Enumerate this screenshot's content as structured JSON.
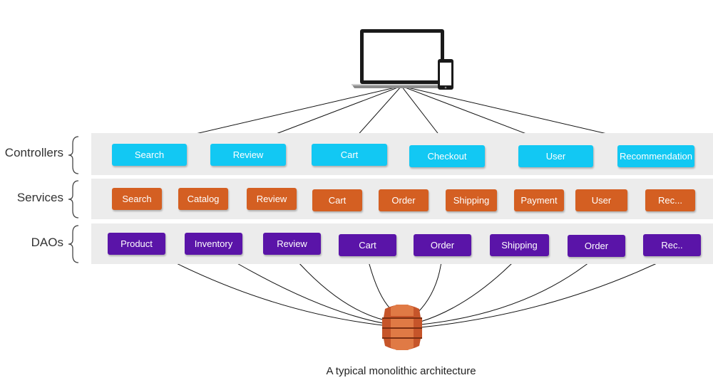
{
  "layers": {
    "controllers": {
      "label": "Controllers",
      "color": "#12c8f3",
      "items": [
        "Search",
        "Review",
        "Cart",
        "Checkout",
        "User",
        "Recommendation"
      ]
    },
    "services": {
      "label": "Services",
      "color": "#d45f22",
      "items": [
        "Search",
        "Catalog",
        "Review",
        "Cart",
        "Order",
        "Shipping",
        "Payment",
        "User",
        "Rec..."
      ]
    },
    "daos": {
      "label": "DAOs",
      "color": "#5a14a8",
      "items": [
        "Product",
        "Inventory",
        "Review",
        "Cart",
        "Order",
        "Shipping",
        "Order",
        "Rec.."
      ]
    }
  },
  "client_icon": "laptop-and-phone-icon",
  "database_icon": "database-icon",
  "database_color": "#c6552a",
  "caption": "A typical monolithic architecture"
}
